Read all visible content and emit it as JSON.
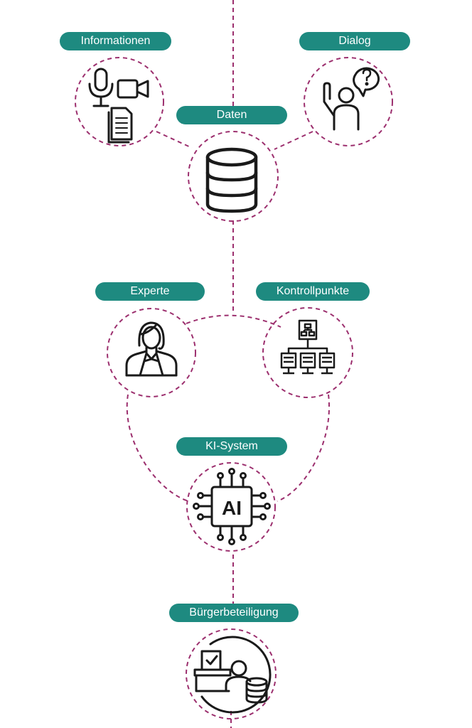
{
  "colors": {
    "accent": "#1e8a80",
    "connector": "#9c2f6e",
    "icon": "#1a1a1a"
  },
  "nodes": {
    "informationen": {
      "label": "Informationen",
      "icon": "microphone-camera-document-icon"
    },
    "dialog": {
      "label": "Dialog",
      "icon": "person-question-bubble-icon"
    },
    "daten": {
      "label": "Daten",
      "icon": "database-icon"
    },
    "experte": {
      "label": "Experte",
      "icon": "female-expert-icon"
    },
    "kontrollpunkte": {
      "label": "Kontrollpunkte",
      "icon": "network-hierarchy-icon"
    },
    "ki_system": {
      "label": "KI-System",
      "icon": "ai-chip-icon"
    },
    "icon_ai_text": "AI",
    "buergerbeteiligung": {
      "label": "Bürgerbeteiligung",
      "icon": "citizen-ballot-database-icon"
    }
  }
}
